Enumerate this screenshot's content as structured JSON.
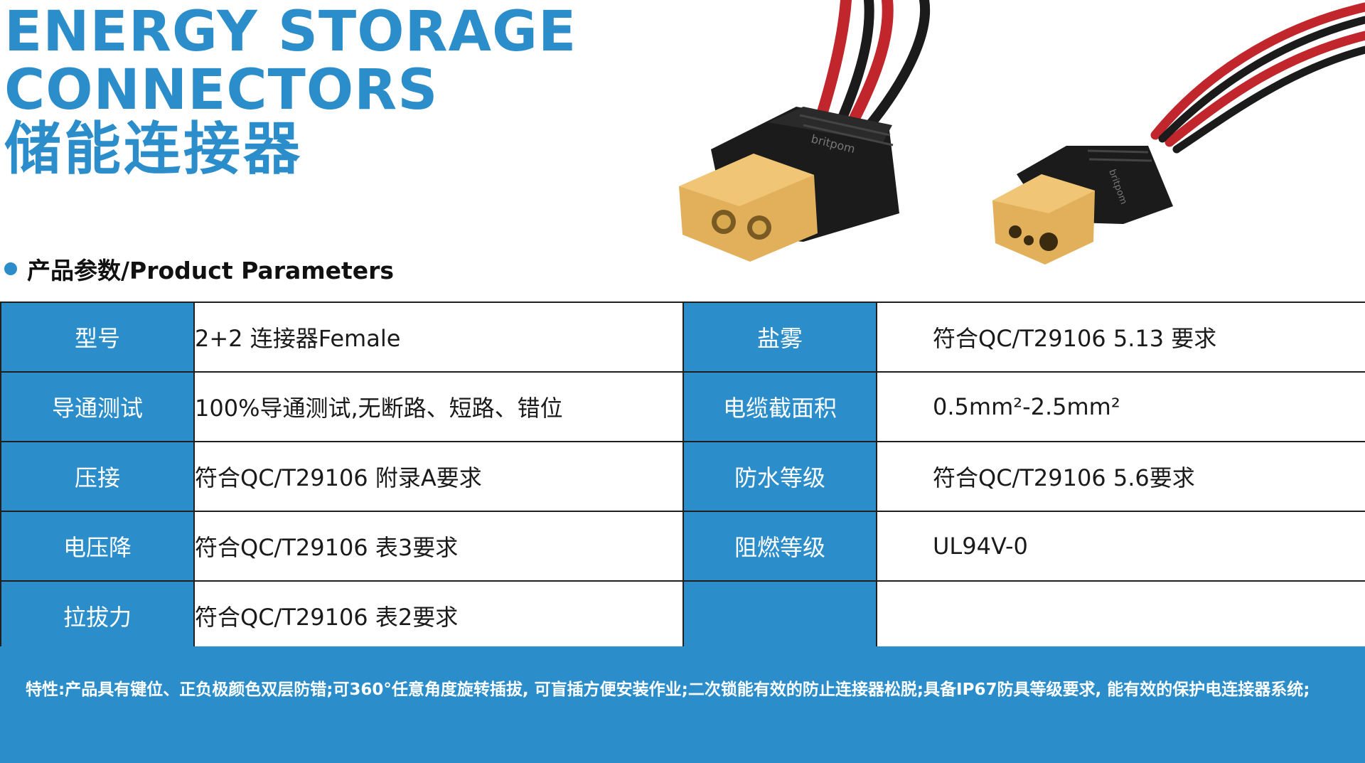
{
  "header": {
    "title_en_line1": "ENERGY STORAGE",
    "title_en_line2": "CONNECTORS",
    "title_cn": "储能连接器"
  },
  "section": {
    "heading": "产品参数/Product Parameters"
  },
  "product_image": {
    "brand_mark": "britpom",
    "wire_color": "#c0262b",
    "housing_color": "#e2b05a",
    "body_color": "#1b1b1b"
  },
  "parameters": {
    "rows": [
      {
        "label_left": "型号",
        "value_left": "2+2 连接器Female",
        "label_right": "盐雾",
        "value_right": "符合QC/T29106 5.13 要求"
      },
      {
        "label_left": "导通测试",
        "value_left": "100%导通测试,无断路、短路、错位",
        "label_right": "电缆截面积",
        "value_right": "0.5mm²-2.5mm²"
      },
      {
        "label_left": "压接",
        "value_left": "符合QC/T29106 附录A要求",
        "label_right": "防水等级",
        "value_right": "符合QC/T29106 5.6要求"
      },
      {
        "label_left": "电压降",
        "value_left": "符合QC/T29106 表3要求",
        "label_right": "阻燃等级",
        "value_right": "UL94V-0"
      },
      {
        "label_left": "拉拔力",
        "value_left": "符合QC/T29106 表2要求",
        "label_right": "",
        "value_right": ""
      }
    ]
  },
  "features": {
    "text": "特性:产品具有键位、正负极颜色双层防错;可360°任意角度旋转插拔, 可盲插方便安装作业;二次锁能有效的防止连接器松脱;具备IP67防具等级要求, 能有效的保护电连接器系统;"
  },
  "colors": {
    "brand_blue": "#2b8ecb",
    "border": "#1f1f1f",
    "text_dark": "#1a1a1a"
  }
}
